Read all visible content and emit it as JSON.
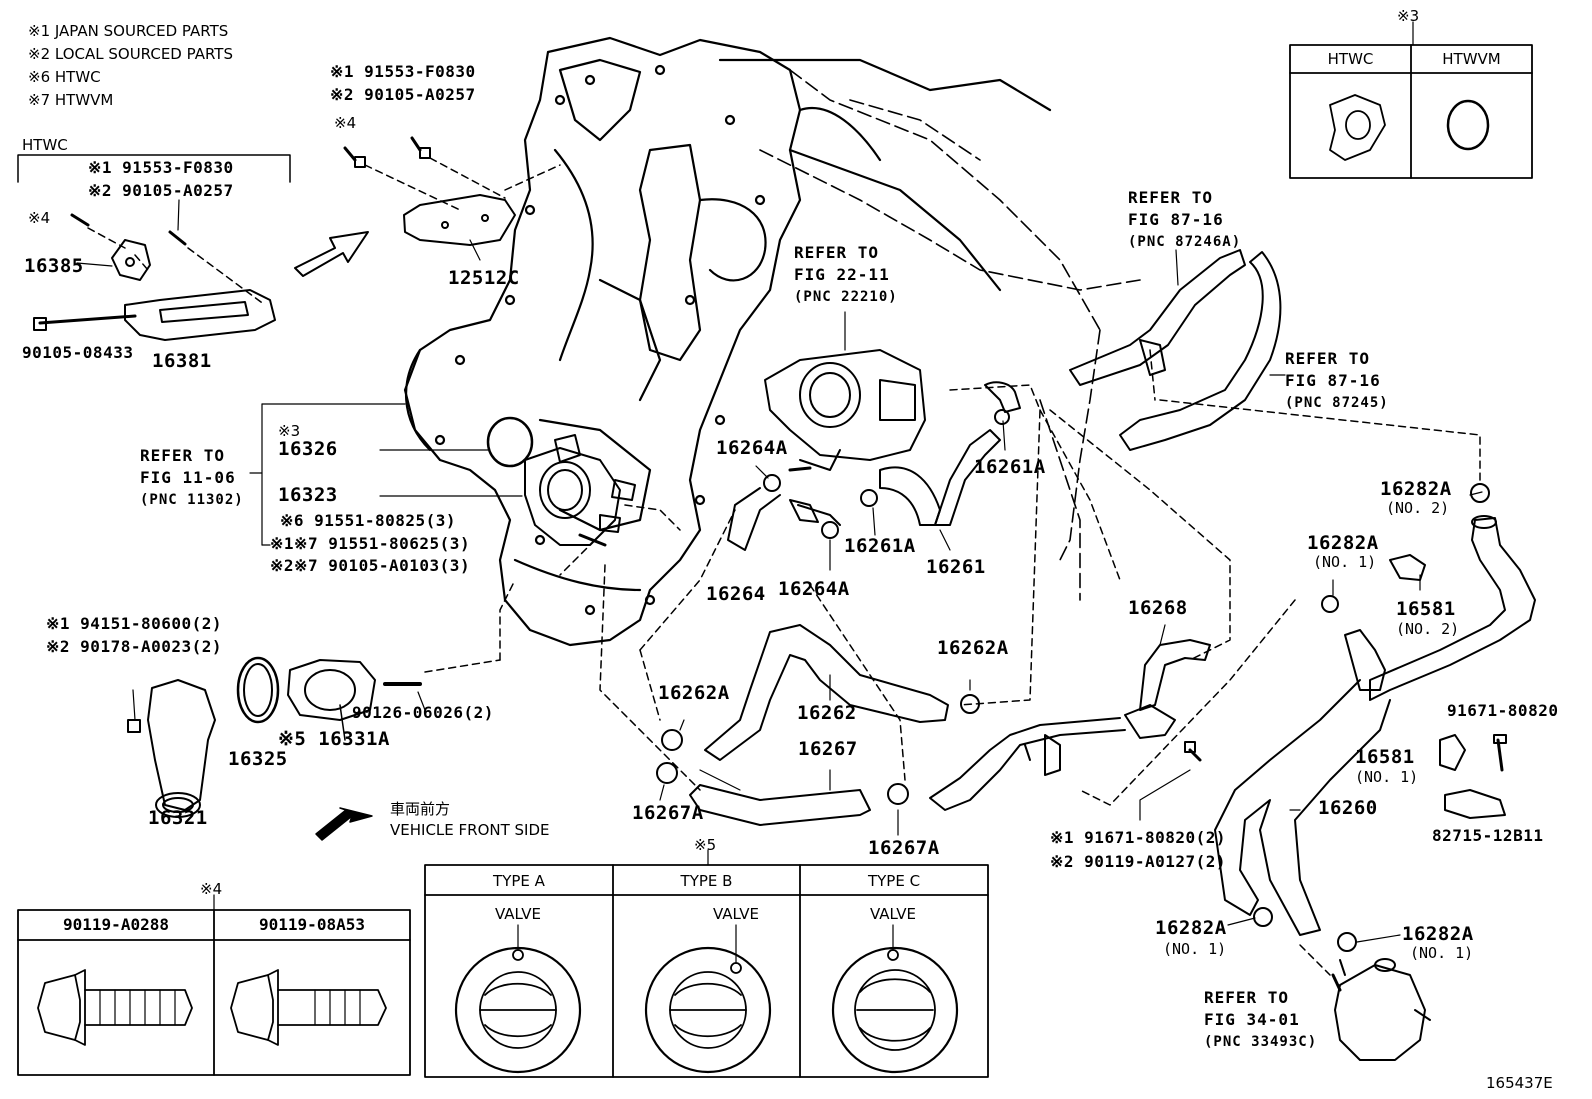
{
  "legend": [
    "※1 JAPAN SOURCED PARTS",
    "※2 LOCAL SOURCED PARTS",
    "※6 HTWC",
    "※7 HTWVM"
  ],
  "htwc_bracket": {
    "title": "HTWC",
    "line1": "※1 91553-F0830",
    "line2": "※2 90105-A0257",
    "mark4": "※4"
  },
  "top_bolt": {
    "line1": "※1 91553-F0830",
    "line2": "※2 90105-A0257",
    "mark4": "※4"
  },
  "parts": {
    "p16385": "16385",
    "p16381": "16381",
    "p90105_08433": "90105-08433",
    "p12512C": "12512C",
    "p16326": "16326",
    "p16326_mark": "※3",
    "p16323": "16323",
    "p91551_80825": "※6 91551-80825(3)",
    "p91551_80625": "※1※7 91551-80625(3)",
    "p90105_A0103": "※2※7 90105-A0103(3)",
    "p94151": "※1 94151-80600(2)",
    "p90178": "※2 90178-A0023(2)",
    "p16321": "16321",
    "p16325": "16325",
    "p16331A": "※5 16331A",
    "p90126": "90126-06026(2)",
    "p16264A_1": "16264A",
    "p16264": "16264",
    "p16264A_2": "16264A",
    "p16261A_1": "16261A",
    "p16261A_2": "16261A",
    "p16261": "16261",
    "p16262A_1": "16262A",
    "p16262A_2": "16262A",
    "p16262": "16262",
    "p16267": "16267",
    "p16267A_1": "16267A",
    "p16267A_2": "16267A",
    "p16268": "16268",
    "p16282A_1": "16282A",
    "p16282A_1_sub": "(NO. 2)",
    "p16282A_2": "16282A",
    "p16282A_2_sub": "(NO. 1)",
    "p16581_1": "16581",
    "p16581_1_sub": "(NO. 2)",
    "p91671_80820": "91671-80820",
    "p16581_2": "16581",
    "p16581_2_sub": "(NO. 1)",
    "p16260": "16260",
    "p82715": "82715-12B11",
    "p91671_80820_2": "※1 91671-80820(2)",
    "p90119_A0127": "※2 90119-A0127(2)",
    "p16282A_3": "16282A",
    "p16282A_3_sub": "(NO. 1)",
    "p16282A_4": "16282A",
    "p16282A_4_sub": "(NO. 1)"
  },
  "refs": {
    "r11_06": [
      "REFER TO",
      "FIG 11-06",
      "(PNC 11302)"
    ],
    "r22_11": [
      "REFER TO",
      "FIG 22-11",
      "(PNC 22210)"
    ],
    "r87_16a": [
      "REFER TO",
      "FIG 87-16",
      "(PNC 87246A)"
    ],
    "r87_16b": [
      "REFER TO",
      "FIG 87-16",
      "(PNC 87245)"
    ],
    "r34_01": [
      "REFER TO",
      "FIG 34-01",
      "(PNC 33493C)"
    ]
  },
  "vehicle_front": {
    "jp": "車両前方",
    "en": "VEHICLE FRONT SIDE"
  },
  "table3": {
    "mark": "※3",
    "col1": "HTWC",
    "col2": "HTWVM"
  },
  "table4": {
    "mark": "※4",
    "col1": "90119-A0288",
    "col2": "90119-08A53"
  },
  "table5": {
    "mark": "※5",
    "col1": "TYPE A",
    "col2": "TYPE B",
    "col3": "TYPE C",
    "valve": "VALVE"
  },
  "figure_id": "165437E"
}
